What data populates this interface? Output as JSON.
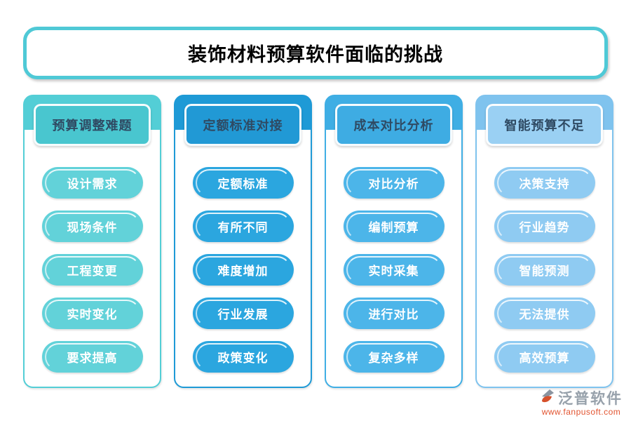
{
  "title": "装饰材料预算软件面临的挑战",
  "columns": [
    {
      "header": "预算调整难题",
      "band_color": "#53CED6",
      "header_color": "#49C6CF",
      "item_color": "#62D2D9",
      "items": [
        "设计需求",
        "现场条件",
        "工程变更",
        "实时变化",
        "要求提高"
      ]
    },
    {
      "header": "定额标准对接",
      "band_color": "#1E9AD6",
      "header_color": "#2199D5",
      "item_color": "#2BA6DF",
      "items": [
        "定额标准",
        "有所不同",
        "难度增加",
        "行业发展",
        "政策变化"
      ]
    },
    {
      "header": "成本对比分析",
      "band_color": "#3FAEE4",
      "header_color": "#3EACE3",
      "item_color": "#4CB5E9",
      "items": [
        "对比分析",
        "编制预算",
        "实时采集",
        "进行对比",
        "复杂多样"
      ]
    },
    {
      "header": "智能预算不足",
      "band_color": "#7FC3EE",
      "header_color": "#9AD0F3",
      "item_color": "#8FCBF2",
      "items": [
        "决策支持",
        "行业趋势",
        "智能预测",
        "无法提供",
        "高效预算"
      ]
    }
  ],
  "branding": {
    "logo_text": "泛普软件",
    "website": "www.fanpusoft.com"
  },
  "colors": {
    "title_border": "#4FC9D6",
    "header_text": "#2F4A63",
    "url_color": "#E2532F",
    "logo_gray": "#97A1AB"
  }
}
